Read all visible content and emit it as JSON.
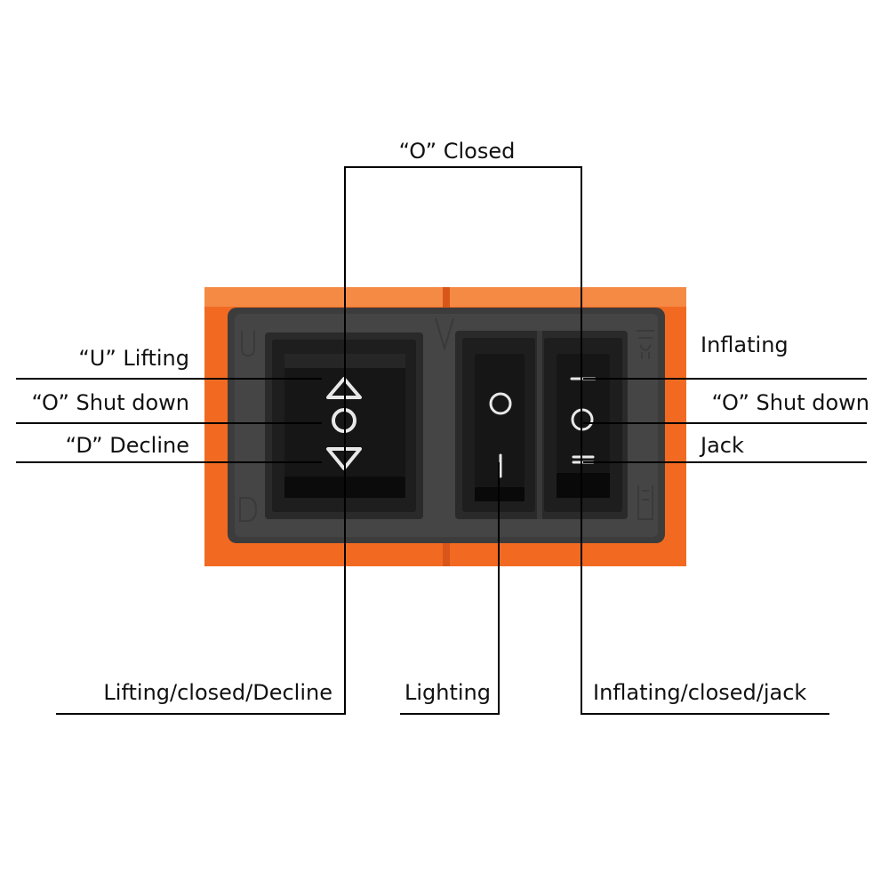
{
  "labels": {
    "top_closed": "“O”  Closed",
    "left_lifting": "“U”  Lifting",
    "left_shutdown": "“O”  Shut down",
    "left_decline": "“D”  Decline",
    "right_inflating": "Inflating",
    "right_shutdown": "“O”  Shut down",
    "right_jack": "Jack",
    "bottom_left": "Lifting/closed/Decline",
    "bottom_mid": "Lighting",
    "bottom_right": "Inflating/closed/jack"
  },
  "panel": {
    "housing_color": "#f26a21",
    "bezel_color": "#3c3c3c",
    "switch_color": "#161616"
  },
  "switches": [
    {
      "name": "lift-switch",
      "symbols": [
        "up-triangle-icon",
        "circle-icon",
        "down-triangle-icon"
      ]
    },
    {
      "name": "light-switch",
      "symbols": [
        "circle-icon",
        "bar-icon"
      ]
    },
    {
      "name": "pump-switch",
      "symbols": [
        "bar-icon",
        "circle-icon",
        "double-bar-icon"
      ]
    }
  ]
}
